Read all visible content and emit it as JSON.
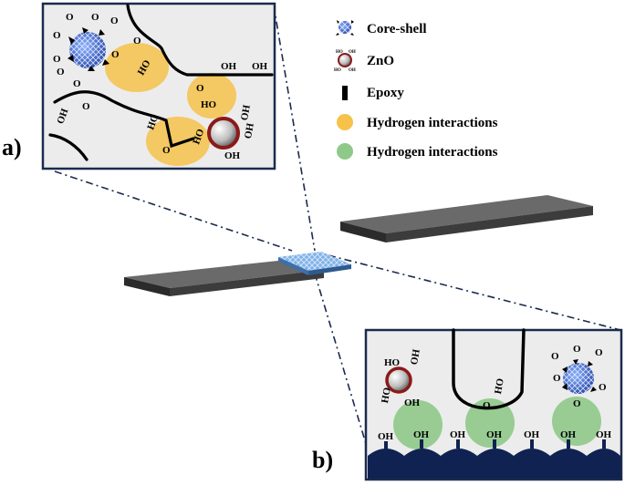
{
  "panels": {
    "a_label": "a)",
    "b_label": "b)"
  },
  "legend": [
    {
      "key": "core-shell",
      "label": "Core-shell"
    },
    {
      "key": "zno",
      "label": "ZnO"
    },
    {
      "key": "epoxy",
      "label": "Epoxy"
    },
    {
      "key": "hb-yellow",
      "label": "Hydrogen interactions",
      "color": "#f6c24a"
    },
    {
      "key": "hb-green",
      "label": "Hydrogen interactions",
      "color": "#8fc98a"
    }
  ],
  "chem": {
    "O": "O",
    "OH": "OH",
    "HO": "HO"
  },
  "colors": {
    "frame": "#1b2a4e",
    "panel_bg": "#ececec",
    "yellow": "#f6c24a",
    "green": "#8fc98a",
    "substrate": "#0f2251",
    "core_shell": "#2e59c7",
    "zno_core": "#cfcfcf",
    "zno_shell": "#8a1a1a"
  }
}
